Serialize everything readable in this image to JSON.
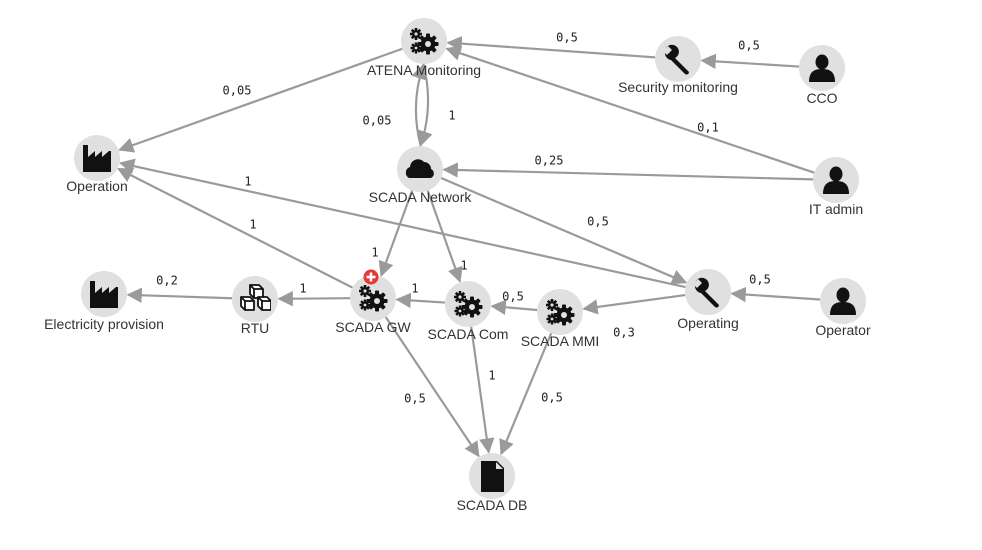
{
  "diagram": {
    "nodes": {
      "atena": {
        "label": "ATENA Monitoring",
        "icon": "gears-icon"
      },
      "secmon": {
        "label": "Security monitoring",
        "icon": "wrench-icon"
      },
      "cco": {
        "label": "CCO",
        "icon": "person-icon"
      },
      "operation": {
        "label": "Operation",
        "icon": "factory-icon"
      },
      "scadanet": {
        "label": "SCADA Network",
        "icon": "cloud-icon"
      },
      "itadmin": {
        "label": "IT admin",
        "icon": "person-icon"
      },
      "elec": {
        "label": "Electricity provision",
        "icon": "factory-icon"
      },
      "rtu": {
        "label": "RTU",
        "icon": "cubes-icon"
      },
      "scadagw": {
        "label": "SCADA GW",
        "icon": "gears-icon"
      },
      "scadacom": {
        "label": "SCADA Com",
        "icon": "gears-icon"
      },
      "scadammi": {
        "label": "SCADA MMI",
        "icon": "gears-icon"
      },
      "operating": {
        "label": "Operating",
        "icon": "wrench-icon"
      },
      "operator": {
        "label": "Operator",
        "icon": "person-icon"
      },
      "scadadb": {
        "label": "SCADA DB",
        "icon": "document-icon"
      }
    },
    "edges": {
      "secmon_atena": {
        "from": "secmon",
        "to": "atena",
        "label": "0,5"
      },
      "cco_secmon": {
        "from": "cco",
        "to": "secmon",
        "label": "0,5"
      },
      "atena_operation": {
        "from": "atena",
        "to": "operation",
        "label": "0,05"
      },
      "scadanet_atena": {
        "from": "scadanet",
        "to": "atena",
        "label": "0,05"
      },
      "atena_scadanet": {
        "from": "atena",
        "to": "scadanet",
        "label": "1"
      },
      "itadmin_atena": {
        "from": "itadmin",
        "to": "atena",
        "label": "0,1"
      },
      "itadmin_scadanet": {
        "from": "itadmin",
        "to": "scadanet",
        "label": "0,25"
      },
      "operating_operation": {
        "from": "operating",
        "to": "operation",
        "label": "1"
      },
      "scadagw_operation": {
        "from": "scadagw",
        "to": "operation",
        "label": "1"
      },
      "scadanet_operating": {
        "from": "scadanet",
        "to": "operating",
        "label": "0,5"
      },
      "scadanet_scadagw": {
        "from": "scadanet",
        "to": "scadagw",
        "label": "1"
      },
      "scadanet_scadacom": {
        "from": "scadanet",
        "to": "scadacom",
        "label": "1"
      },
      "rtu_elec": {
        "from": "rtu",
        "to": "elec",
        "label": "0,2"
      },
      "scadagw_rtu": {
        "from": "scadagw",
        "to": "rtu",
        "label": "1"
      },
      "scadacom_scadagw": {
        "from": "scadacom",
        "to": "scadagw",
        "label": "1"
      },
      "scadammi_scadacom": {
        "from": "scadammi",
        "to": "scadacom",
        "label": "0,5"
      },
      "operating_scadammi": {
        "from": "operating",
        "to": "scadammi",
        "label": "0,3"
      },
      "operator_operating": {
        "from": "operator",
        "to": "operating",
        "label": "0,5"
      },
      "scadagw_scadadb": {
        "from": "scadagw",
        "to": "scadadb",
        "label": "0,5"
      },
      "scadacom_scadadb": {
        "from": "scadacom",
        "to": "scadadb",
        "label": "1"
      },
      "scadammi_scadadb": {
        "from": "scadammi",
        "to": "scadadb",
        "label": "0,5"
      }
    },
    "marker": {
      "node": "scadagw",
      "icon": "plus-badge-icon",
      "color": "#e53935"
    },
    "colors": {
      "edge": "#9a9a9a",
      "node": "#e0e0e0",
      "icon": "#111111"
    }
  }
}
